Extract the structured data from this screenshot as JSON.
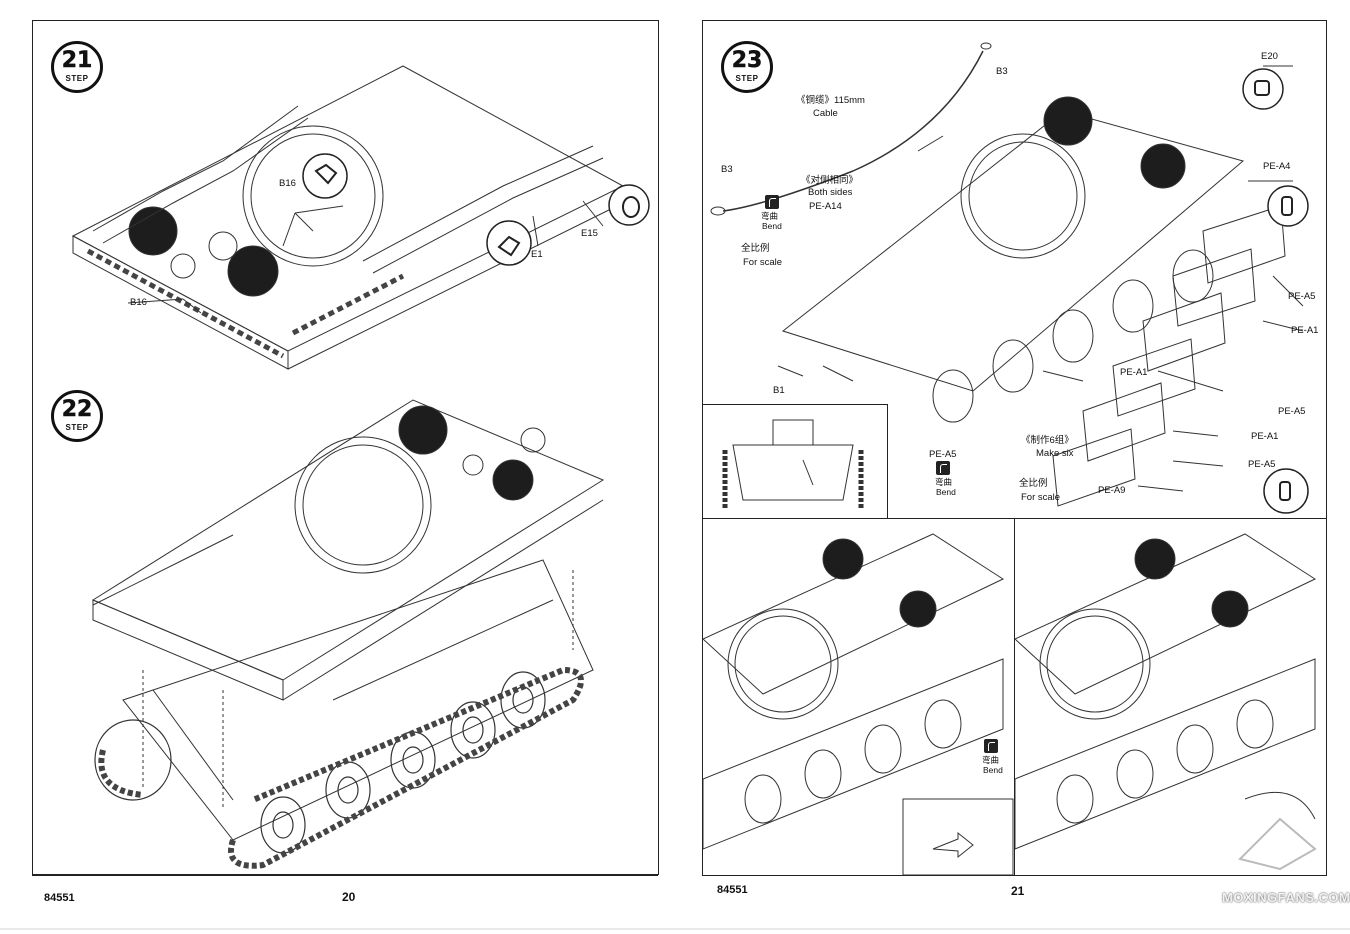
{
  "left_page": {
    "kit_number": "84551",
    "page_number": "20",
    "step21": {
      "number": "21",
      "word": "STEP",
      "labels": {
        "b16_top": "B16",
        "b16_left": "B16",
        "e15": "E15",
        "e1": "E1"
      }
    },
    "step22": {
      "number": "22",
      "word": "STEP"
    }
  },
  "right_page": {
    "kit_number": "84551",
    "page_number": "21",
    "step23": {
      "number": "23",
      "word": "STEP",
      "labels": {
        "b3_top": "B3",
        "b3_left": "B3",
        "cable_cn": "《铜缆》115mm",
        "cable_en": "Cable",
        "both_sides_cn": "《对侧相同》",
        "both_sides_en": "Both sides",
        "bend_cn": "弯曲",
        "bend_en": "Bend",
        "pe_a14": "PE-A14",
        "scale_cn": "全比例",
        "scale_en": "For scale",
        "b1": "B1",
        "e20": "E20",
        "pe_a4": "PE-A4",
        "pe_a5_1": "PE-A5",
        "pe_a1_1": "PE-A1",
        "pe_a1_2": "PE-A1",
        "pe_a5_2": "PE-A5",
        "pe_a1_3": "PE-A1",
        "pe_a5_3": "PE-A5",
        "pe_a9": "PE-A9",
        "make_six_cn": "《制作6组》",
        "make_six_en": "Make six",
        "pe_a5_detail": "PE-A5",
        "bend2_cn": "弯曲",
        "bend2_en": "Bend",
        "scale2_cn": "全比例",
        "scale2_en": "For scale"
      }
    },
    "bottom_left": {
      "bend_cn": "弯曲",
      "bend_en": "Bend"
    }
  },
  "watermark": "MOXINGFANS.COM"
}
